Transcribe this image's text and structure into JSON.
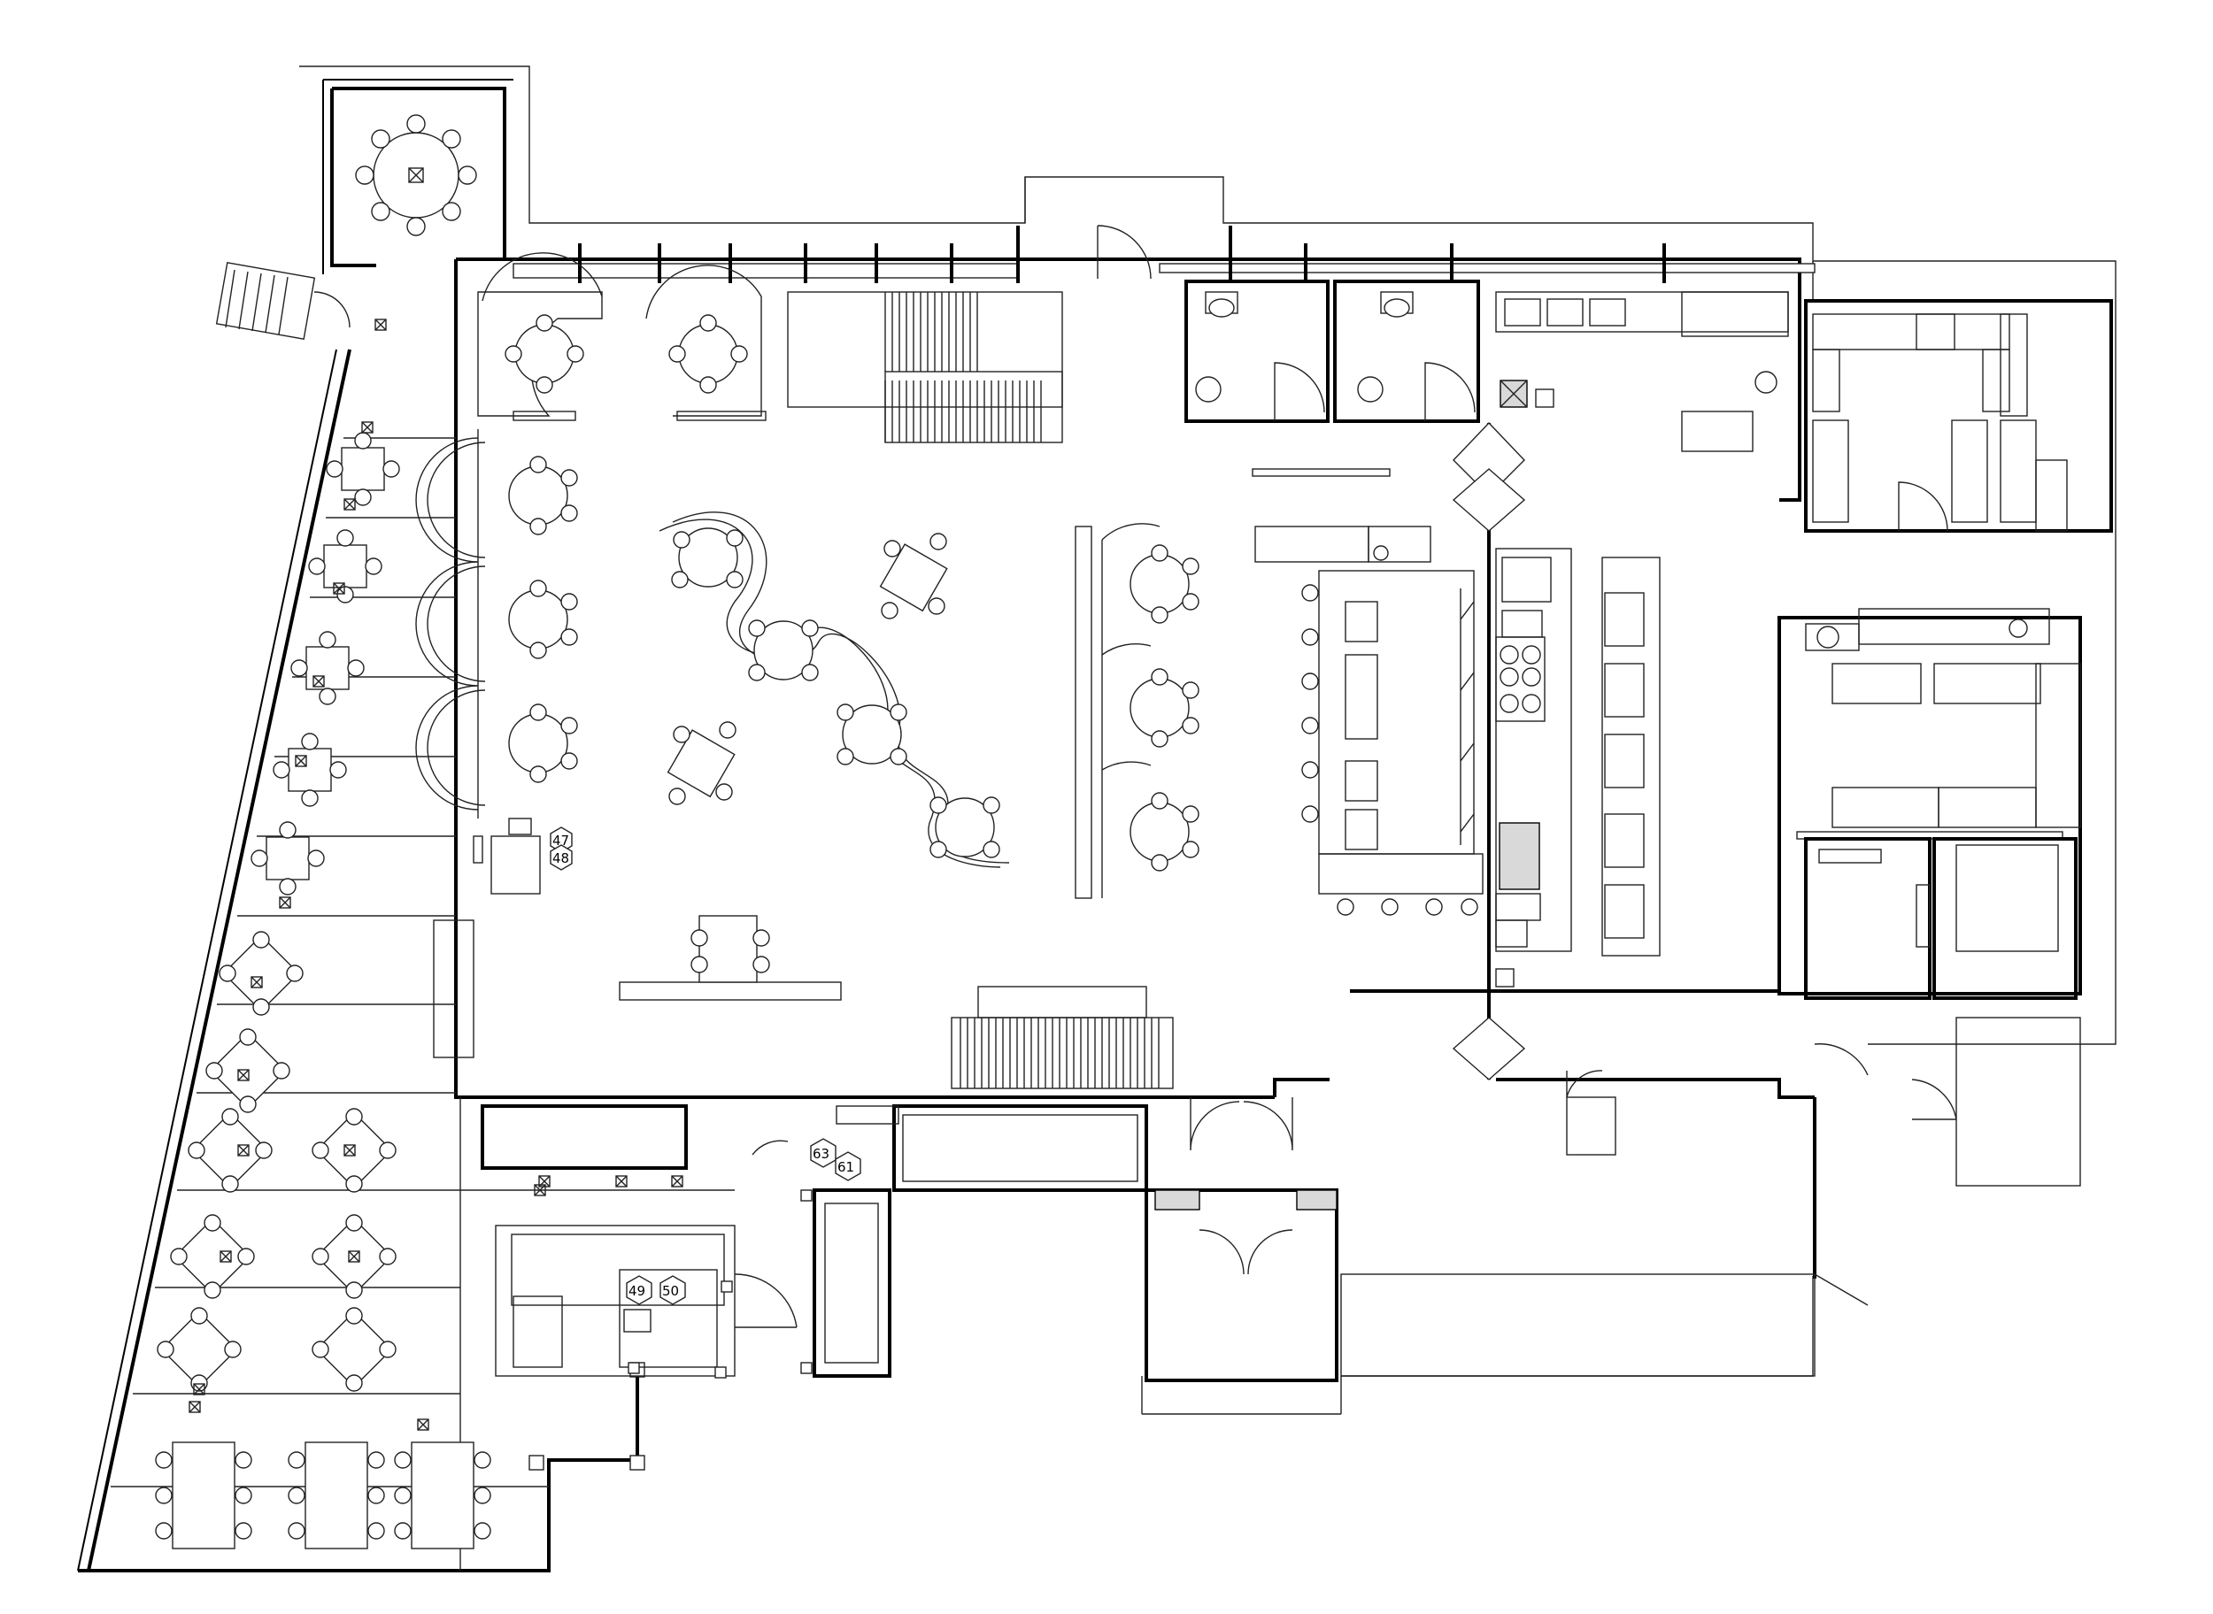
{
  "plan": {
    "title": "",
    "tags": [
      {
        "id": "tag-47",
        "label": "47"
      },
      {
        "id": "tag-48",
        "label": "48"
      },
      {
        "id": "tag-49",
        "label": "49"
      },
      {
        "id": "tag-50",
        "label": "50"
      },
      {
        "id": "tag-63",
        "label": "63"
      },
      {
        "id": "tag-61",
        "label": "61"
      }
    ]
  },
  "colors": {
    "line": "#000000",
    "background": "#ffffff",
    "hatch": "#d9d9d9"
  }
}
